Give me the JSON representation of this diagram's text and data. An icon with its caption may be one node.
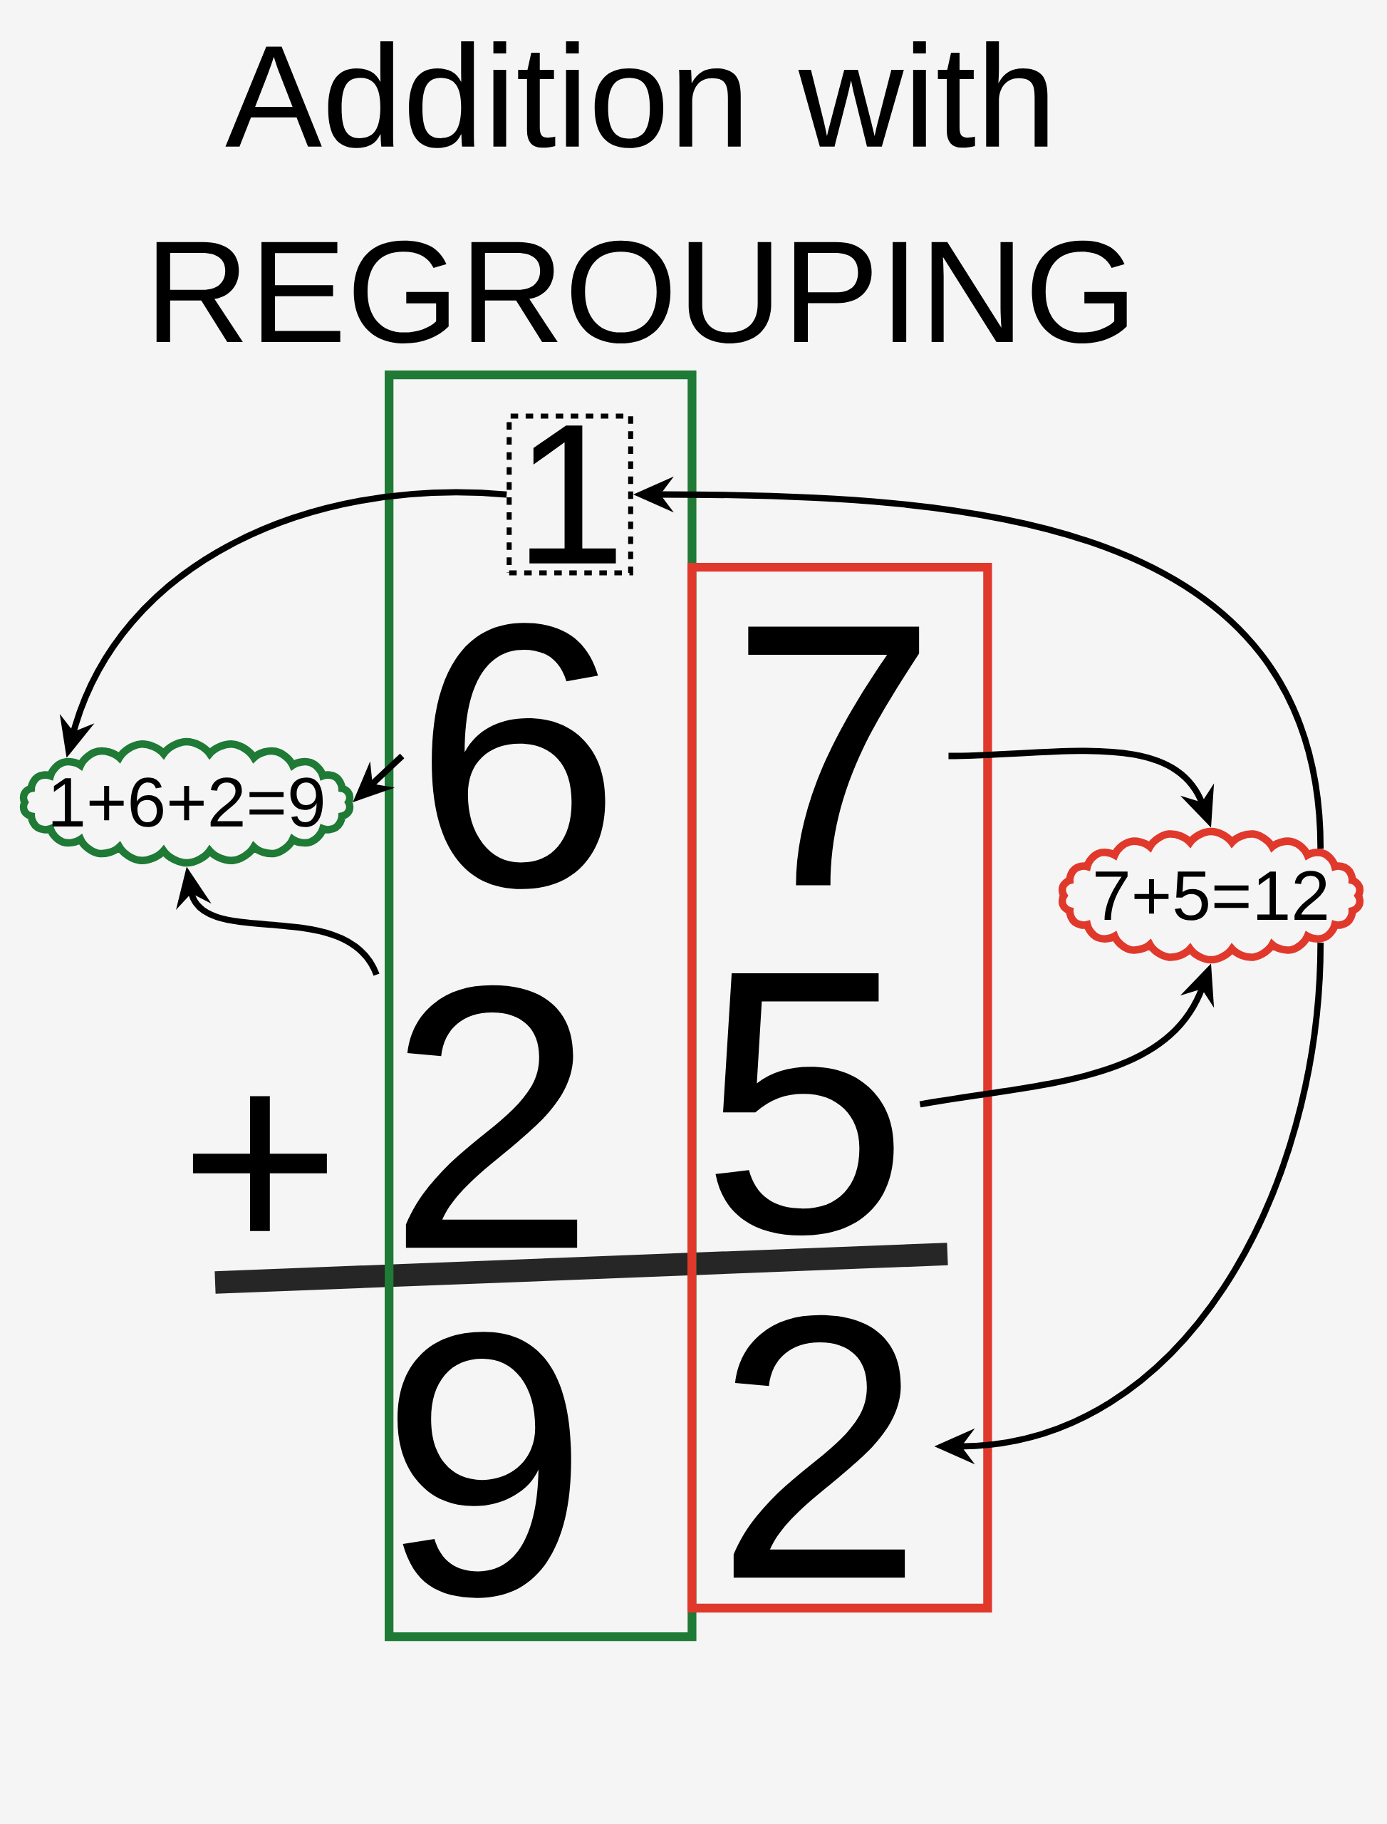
{
  "diagram": {
    "title": "Addition with REGROUPING",
    "nodes": [
      {
        "text": [],
        "shape": "box"
      },
      {
        "text": [
          "1"
        ],
        "in": 0
      },
      {
        "text": [
          "6"
        ],
        "in": 0
      },
      {
        "text": [
          "2"
        ],
        "in": 0
      },
      {
        "text": [
          "9"
        ],
        "in": 0
      },
      {
        "text": [],
        "shape": "box"
      },
      {
        "text": [
          "7"
        ],
        "in": 5
      },
      {
        "text": [
          "5"
        ],
        "in": 5
      },
      {
        "text": [
          "2"
        ],
        "in": 5
      },
      {
        "text": [
          "1+6+2=9"
        ]
      },
      {
        "text": [
          "7+5=12"
        ]
      }
    ],
    "edges": [
      {
        "from": 1,
        "to": 9,
        "arrow": "to"
      },
      {
        "from": 2,
        "to": 9,
        "arrow": "to"
      },
      {
        "from": 3,
        "to": 9,
        "arrow": "to"
      },
      {
        "from": 6,
        "to": 10,
        "arrow": "to"
      },
      {
        "from": 7,
        "to": 10,
        "arrow": "to"
      },
      {
        "from": 10,
        "to": 1,
        "arrow": "to"
      },
      {
        "from": 10,
        "to": 8,
        "arrow": "to"
      }
    ],
    "labels": [
      "+"
    ]
  }
}
